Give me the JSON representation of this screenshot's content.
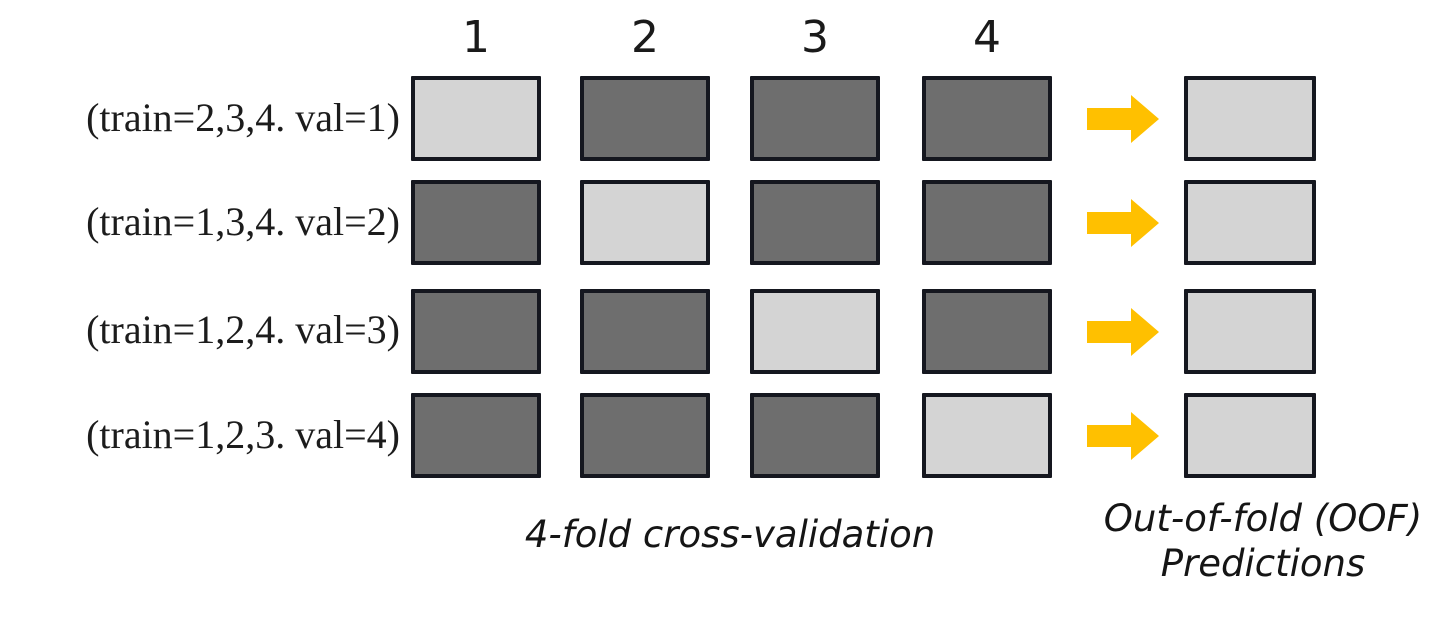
{
  "diagram": {
    "title_hidden": "",
    "colors": {
      "train_fill": "#6e6e6e",
      "validation_fill": "#d4d4d4",
      "box_border": "#15171f",
      "arrow": "#ffc000",
      "background": "#ffffff",
      "text": "#1c1c1c"
    },
    "column_headers": [
      {
        "label": "1"
      },
      {
        "label": "2"
      },
      {
        "label": "3"
      },
      {
        "label": "4"
      }
    ],
    "rows": [
      {
        "label": "(train=2,3,4. val=1)",
        "train_folds": "2,3,4",
        "validation_fold": "1",
        "cells": [
          "val",
          "train",
          "train",
          "train"
        ],
        "arrow_icon": "right-block-arrow-icon",
        "oof_label": ""
      },
      {
        "label": "(train=1,3,4. val=2)",
        "train_folds": "1,3,4",
        "validation_fold": "2",
        "cells": [
          "train",
          "val",
          "train",
          "train"
        ],
        "arrow_icon": "right-block-arrow-icon",
        "oof_label": ""
      },
      {
        "label": "(train=1,2,4. val=3)",
        "train_folds": "1,2,4",
        "validation_fold": "3",
        "cells": [
          "train",
          "train",
          "val",
          "train"
        ],
        "arrow_icon": "right-block-arrow-icon",
        "oof_label": ""
      },
      {
        "label": "(train=1,2,3. val=4)",
        "train_folds": "1,2,3",
        "validation_fold": "4",
        "cells": [
          "train",
          "train",
          "train",
          "val"
        ],
        "arrow_icon": "right-block-arrow-icon",
        "oof_label": ""
      }
    ],
    "captions": {
      "cross_validation": "4-fold cross-validation",
      "oof_line1": "Out-of-fold (OOF)",
      "oof_line2": "Predictions"
    }
  }
}
